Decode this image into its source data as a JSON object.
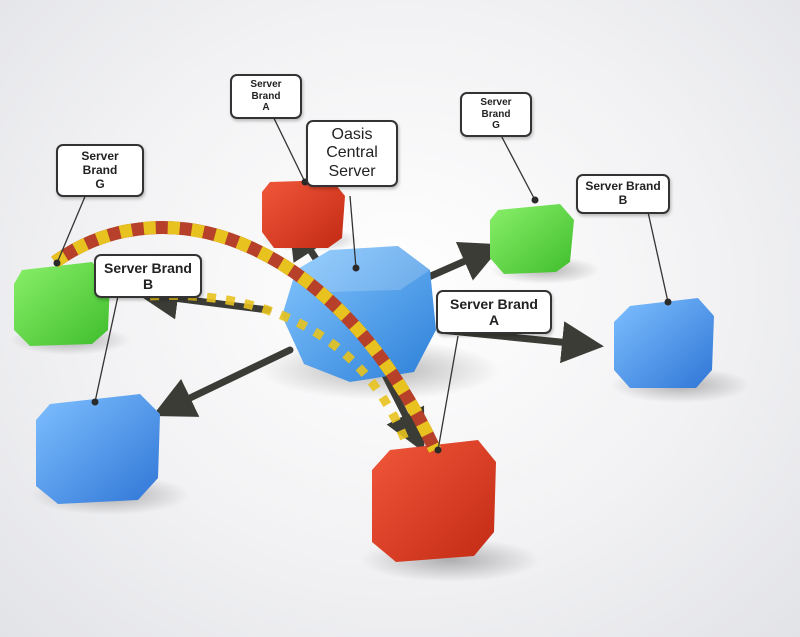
{
  "central": {
    "line1": "Oasis",
    "line2": "Central Server"
  },
  "labels": {
    "a_top": {
      "line1": "Server Brand",
      "line2": "A"
    },
    "g_right": {
      "line1": "Server Brand",
      "line2": "G"
    },
    "g_left": {
      "line1": "Server Brand",
      "line2": "G"
    },
    "b_right": {
      "line1": "Server Brand",
      "line2": "B"
    },
    "b_left": {
      "line1": "Server Brand",
      "line2": "B"
    },
    "a_right": {
      "line1": "Server Brand",
      "line2": "A"
    }
  },
  "colors": {
    "central": "#3b8fe6",
    "brand_a": "#d93a22",
    "brand_g": "#4fcf3a",
    "brand_b": "#3e86e8",
    "arrow": "#3c3c36",
    "path_red": "#b6402a",
    "path_yellow": "#e8c21e"
  }
}
